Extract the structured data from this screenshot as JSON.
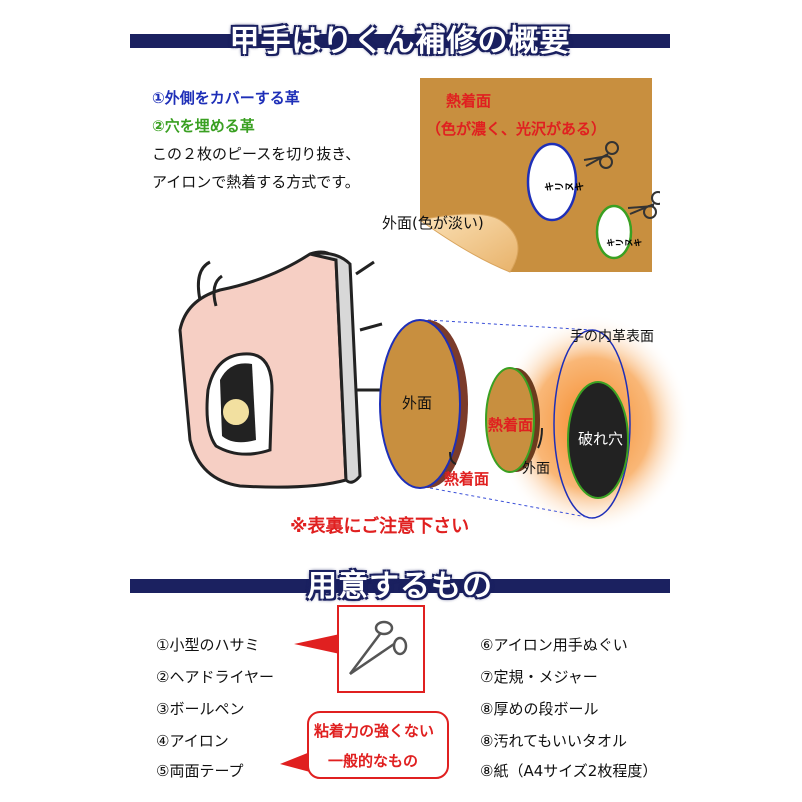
{
  "header": {
    "title": "甲手はりくん補修の概要"
  },
  "intro": {
    "line1": "①外側をカバーする革",
    "line2": "②穴を埋める革",
    "line3": "この２枚のピースを切り抜き、",
    "line4": "アイロンで熱着する方式です。"
  },
  "leather_sheet": {
    "heat_side": "熱着面",
    "heat_note": "（色が濃く、光沢がある）",
    "outer_side": "外面(色が淡い)",
    "cut_label_1": "キリヌキ",
    "cut_label_2": "キリヌキ"
  },
  "diagram": {
    "inner_surface": "手の内革表面",
    "outer": "外面",
    "heat_bonding_1": "熱着面",
    "heat_bonding_2": "熱着面",
    "outer_2": "外面",
    "torn_hole": "破れ穴",
    "warning": "※表裏にご注意下さい"
  },
  "section2": {
    "title": "用意するもの"
  },
  "items_left": [
    "①小型のハサミ",
    "②ヘアドライヤー",
    "③ボールペン",
    "④アイロン",
    "⑤両面テープ"
  ],
  "items_right": [
    "⑥アイロン用手ぬぐい",
    "⑦定規・メジャー",
    "⑧厚めの段ボール",
    "⑧汚れてもいいタオル",
    "⑧紙（A4サイズ2枚程度）"
  ],
  "tape_note": {
    "line1": "粘着力の強くない",
    "line2": "一般的なもの"
  },
  "colors": {
    "navy": "#1b2160",
    "leather": "#c88f3f",
    "red": "#e02020",
    "blue": "#1e2fb8",
    "green": "#3aa022"
  }
}
